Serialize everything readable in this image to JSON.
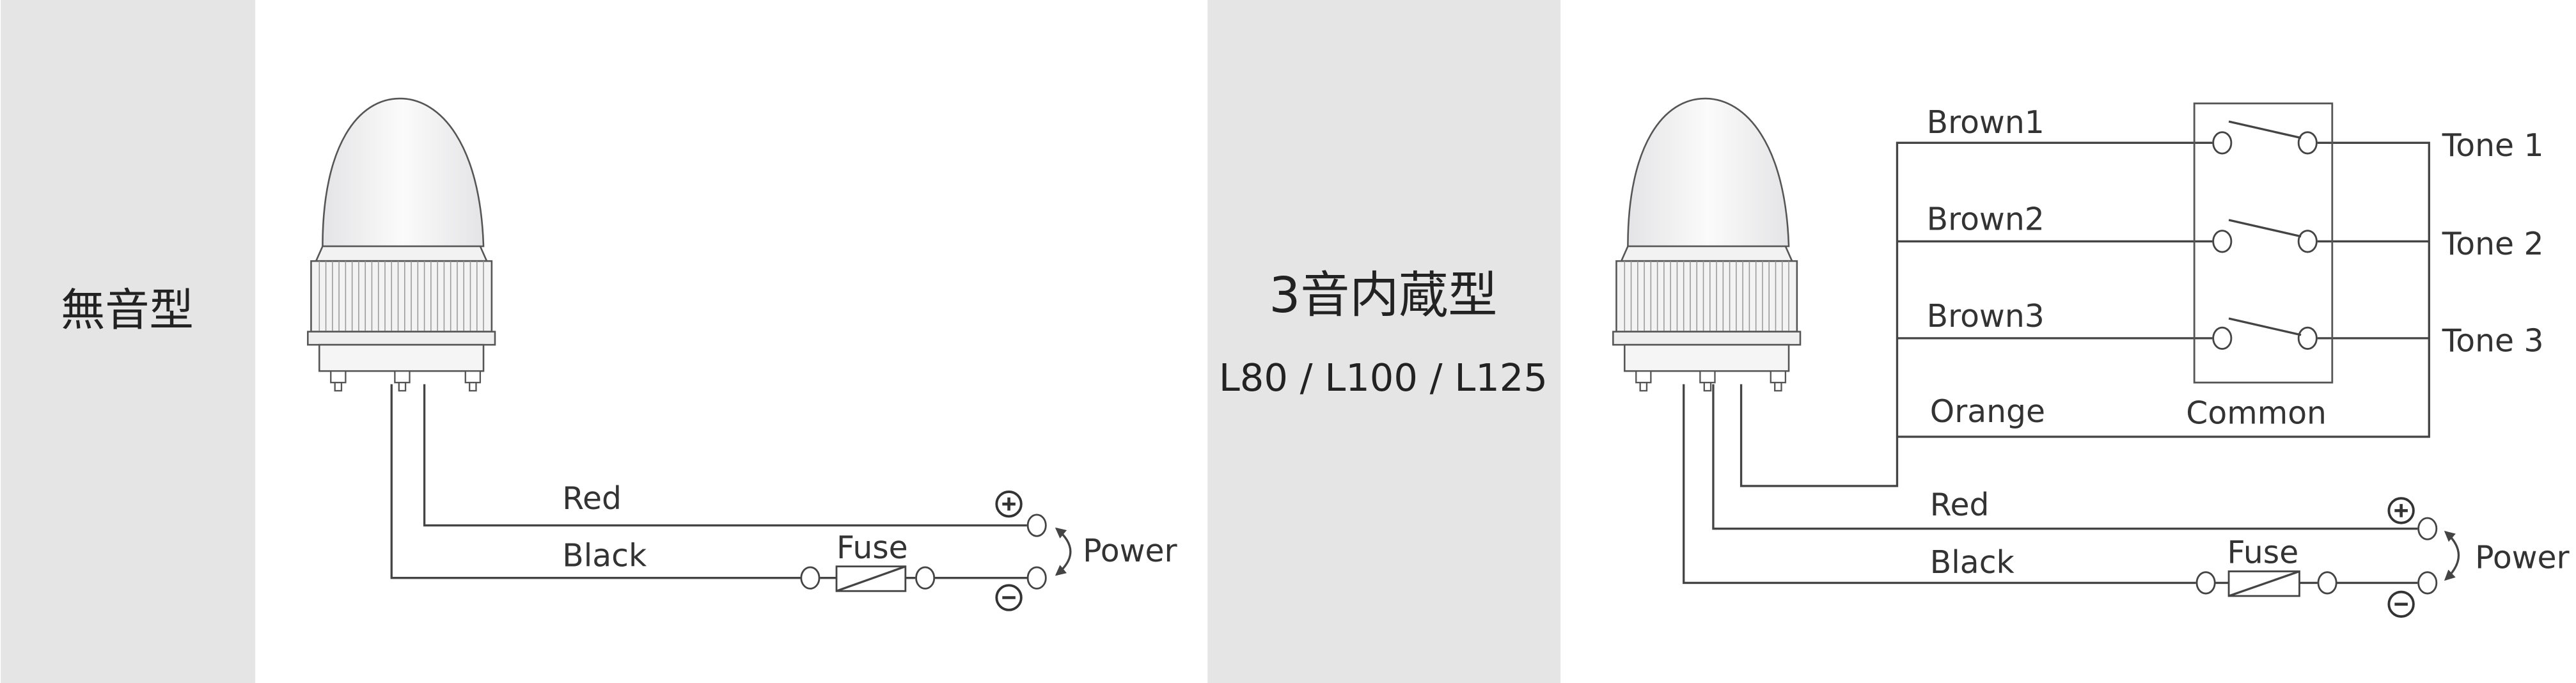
{
  "colors": {
    "panel_bg": "#e5e5e5",
    "line": "#444444",
    "text": "#333333"
  },
  "left": {
    "type_label": "無音型",
    "wires": {
      "red": "Red",
      "black": "Black"
    },
    "fuse": "Fuse",
    "power": "Power",
    "plus": "+",
    "minus": "−"
  },
  "right": {
    "type_label": "3音内蔵型",
    "models": "L80 / L100 / L125",
    "wires": {
      "brown1": "Brown1",
      "brown2": "Brown2",
      "brown3": "Brown3",
      "orange": "Orange",
      "red": "Red",
      "black": "Black"
    },
    "tones": [
      "Tone 1",
      "Tone 2",
      "Tone 3"
    ],
    "common": "Common",
    "fuse": "Fuse",
    "power": "Power",
    "plus": "+",
    "minus": "−"
  }
}
